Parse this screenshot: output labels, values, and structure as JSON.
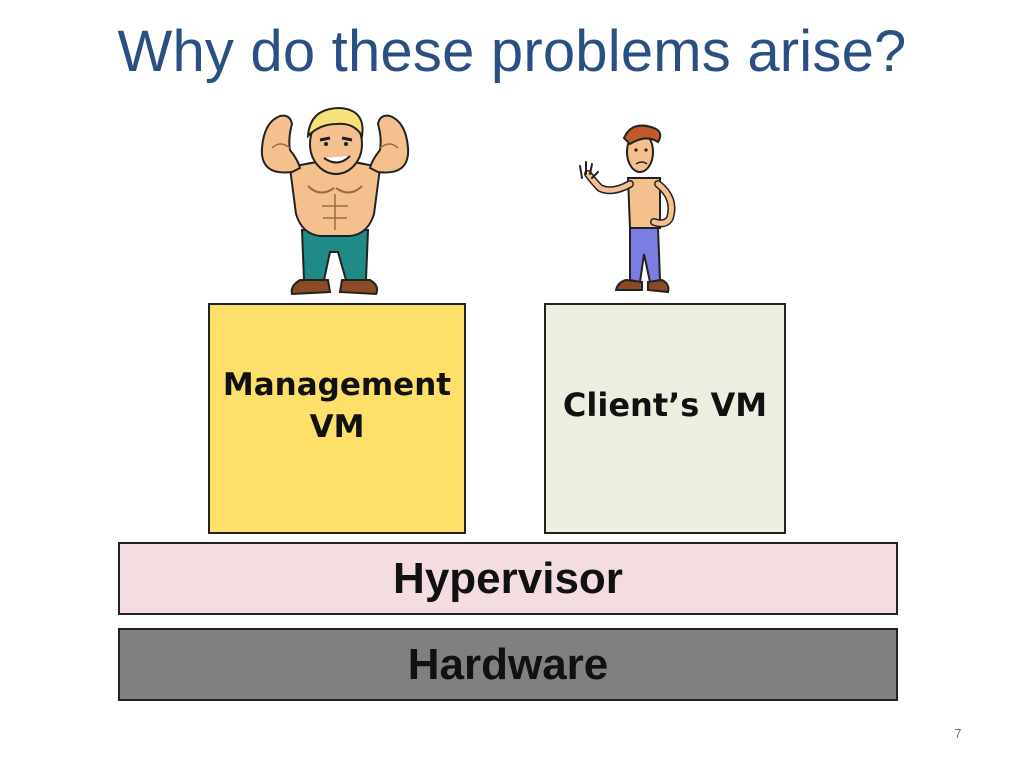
{
  "slide": {
    "title": "Why do these problems arise?",
    "page_number": "7"
  },
  "boxes": {
    "management_vm_line1": "Management",
    "management_vm_line2": "VM",
    "client_vm": "Client’s VM"
  },
  "layers": {
    "hypervisor": "Hypervisor",
    "hardware": "Hardware"
  },
  "colors": {
    "title": "#2a5083",
    "management_vm": "#fde069",
    "client_vm": "#eaefdf",
    "hypervisor": "#f3dde0",
    "hardware": "#808080"
  },
  "icons": {
    "strong_figure": "muscular-man-icon",
    "weak_figure": "skinny-man-icon"
  }
}
